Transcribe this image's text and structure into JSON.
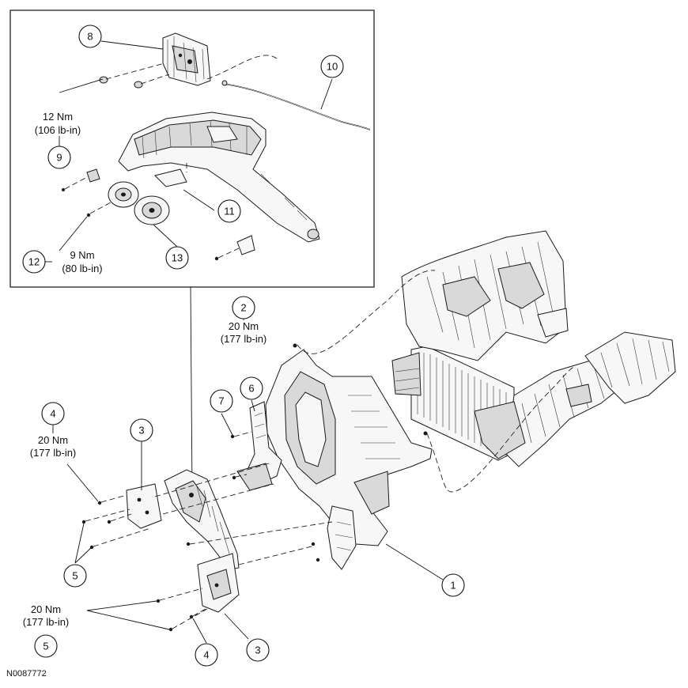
{
  "callouts": {
    "c1": "1",
    "c2": "2",
    "c3a": "3",
    "c3b": "3",
    "c4a": "4",
    "c4b": "4",
    "c5a": "5",
    "c5b": "5",
    "c6": "6",
    "c7": "7",
    "c8": "8",
    "c9": "9",
    "c10": "10",
    "c11": "11",
    "c12": "12",
    "c13": "13"
  },
  "torques": {
    "t9": {
      "nm": "12 Nm",
      "lbin": "(106 lb-in)"
    },
    "t12": {
      "nm": "9 Nm",
      "lbin": "(80 lb-in)"
    },
    "t2": {
      "nm": "20 Nm",
      "lbin": "(177 lb-in)"
    },
    "t4": {
      "nm": "20 Nm",
      "lbin": "(177 lb-in)"
    },
    "t5": {
      "nm": "20 Nm",
      "lbin": "(177 lb-in)"
    }
  },
  "figure_code": "N0087772"
}
